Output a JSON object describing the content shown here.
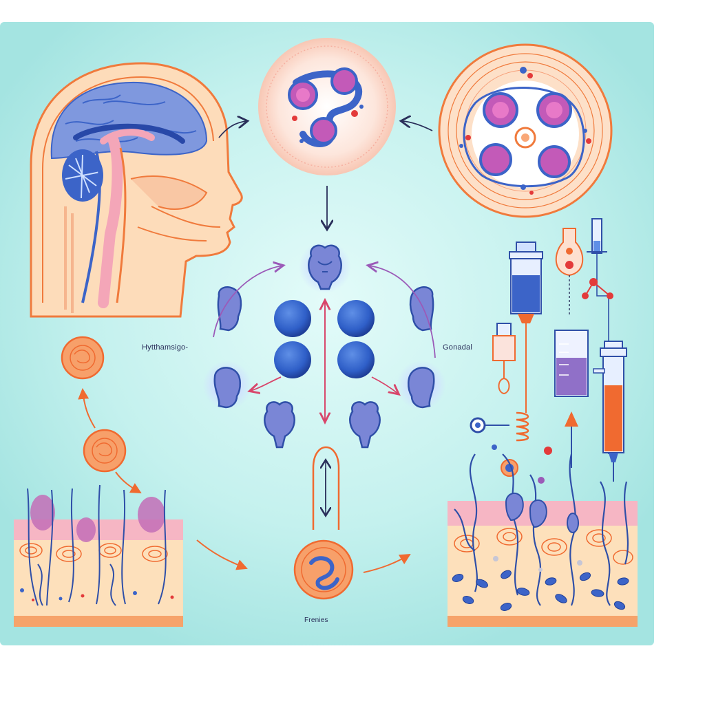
{
  "labels": {
    "left": "Hytthamsigo-",
    "right": "Gonadal",
    "bottom": "Frenies"
  },
  "colors": {
    "background": "#aee9e6",
    "panel_light": "#d8f6f4",
    "accent_orange": "#f07a3c",
    "accent_blue": "#3c64c8",
    "accent_magenta": "#d8456a",
    "accent_purple": "#9b5ab8",
    "skin": "#fde0bb"
  }
}
